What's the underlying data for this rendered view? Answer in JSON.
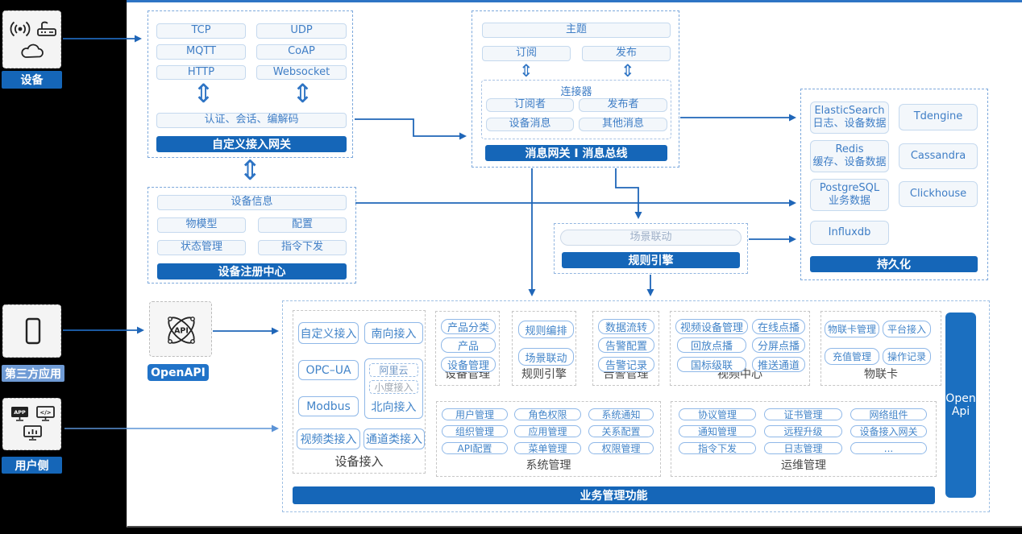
{
  "left_rail": {
    "device": {
      "label": "设备"
    },
    "third_party": {
      "label": "第三方应用"
    },
    "user_side": {
      "label": "用户侧"
    }
  },
  "openapi": {
    "label": "OpenAPI"
  },
  "gateway": {
    "protocols": [
      "TCP",
      "UDP",
      "MQTT",
      "CoAP",
      "HTTP",
      "Websocket"
    ],
    "auth": "认证、会话、编解码",
    "title": "自定义接入网关"
  },
  "message_bus": {
    "topic": "主题",
    "subscribe": "订阅",
    "publish": "发布",
    "connector": {
      "title": "连接器",
      "items": [
        "订阅者",
        "发布者",
        "设备消息",
        "其他消息"
      ]
    },
    "title": "消息网关 I 消息总线"
  },
  "persistence": {
    "stores": [
      {
        "name": "ElasticSearch",
        "desc": "日志、设备数据"
      },
      {
        "name": "Tdengine",
        "desc": ""
      },
      {
        "name": "Redis",
        "desc": "缓存、设备数据"
      },
      {
        "name": "Cassandra",
        "desc": ""
      },
      {
        "name": "PostgreSQL",
        "desc": "业务数据"
      },
      {
        "name": "Clickhouse",
        "desc": ""
      },
      {
        "name": "Influxdb",
        "desc": ""
      }
    ],
    "title": "持久化"
  },
  "registry": {
    "info": "设备信息",
    "items": [
      "物模型",
      "配置",
      "状态管理",
      "指令下发"
    ],
    "title": "设备注册中心"
  },
  "rule_engine": {
    "pill": "场景联动",
    "title": "规则引擎"
  },
  "business": {
    "footer": "业务管理功能",
    "open_api": {
      "line1": "Open",
      "line2": "Api"
    },
    "device_access": {
      "label": "设备接入",
      "pills": [
        "自定义接入",
        "南向接入",
        "OPC–UA",
        "Modbus",
        "视频类接入",
        "通道类接入"
      ],
      "north": {
        "sub": [
          "阿里云",
          "小度接入"
        ],
        "label": "北向接入"
      }
    },
    "device_mgmt": {
      "label": "设备管理",
      "pills": [
        "产品分类",
        "产品",
        "设备管理"
      ]
    },
    "rule": {
      "label": "规则引擎",
      "pills": [
        "规则编排",
        "场景联动"
      ]
    },
    "alarm": {
      "label": "告警管理",
      "pills": [
        "数据流转",
        "告警配置",
        "告警记录"
      ]
    },
    "video": {
      "label": "视频中心",
      "pills": [
        "视频设备管理",
        "在线点播",
        "回放点播",
        "分屏点播",
        "国标级联",
        "推送通道"
      ]
    },
    "iot_card": {
      "label": "物联卡",
      "pills": [
        "物联卡管理",
        "平台接入",
        "充值管理",
        "操作记录"
      ]
    },
    "system": {
      "label": "系统管理",
      "pills": [
        "用户管理",
        "角色权限",
        "系统通知",
        "组织管理",
        "应用管理",
        "关系配置",
        "API配置",
        "菜单管理",
        "权限管理"
      ]
    },
    "ops": {
      "label": "运维管理",
      "pills": [
        "协议管理",
        "证书管理",
        "网络组件",
        "通知管理",
        "远程升级",
        "设备接入网关",
        "指令下发",
        "日志管理",
        "..."
      ]
    }
  },
  "icons": [
    "broadcast-icon",
    "router-icon",
    "cloud-icon",
    "phone-icon",
    "app-monitor-icon",
    "code-monitor-icon",
    "chart-monitor-icon",
    "api-atom-icon"
  ],
  "colors": {
    "accent": "#1566b8",
    "accent_light": "#6f9bd5",
    "line": "#1f66b8",
    "pill_text": "#4284c9"
  }
}
